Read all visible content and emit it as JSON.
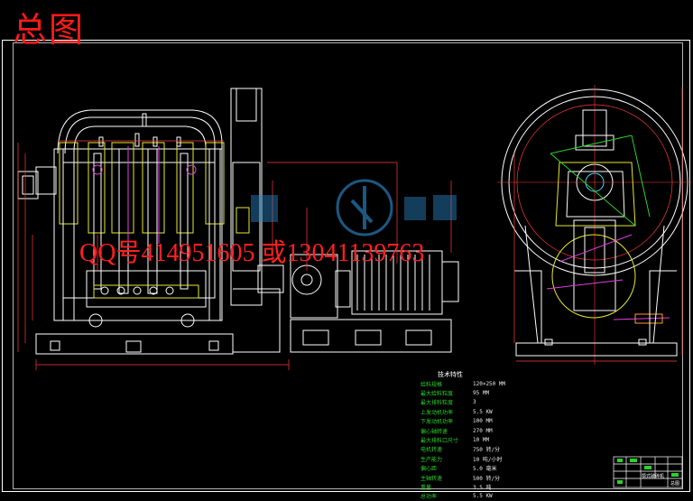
{
  "title": "总图",
  "watermark": "QQ号414951605  或13041139763",
  "parameters": {
    "heading": "技术特性",
    "rows": [
      {
        "k": "给料规格",
        "v": "120×250 MM"
      },
      {
        "k": "最大给料粒度",
        "v": "95 MM"
      },
      {
        "k": "最大排料粒度",
        "v": "3"
      },
      {
        "k": "上发动机功率",
        "v": "5.5 KW"
      },
      {
        "k": "下发动机功率",
        "v": "100 MM"
      },
      {
        "k": "偏心轴转速",
        "v": "270 MM"
      },
      {
        "k": "最大排料口尺寸",
        "v": "10 MM"
      },
      {
        "k": "电机转速",
        "v": "750 转/分"
      },
      {
        "k": "生产能力",
        "v": "10 吨/小时"
      },
      {
        "k": "偏心距",
        "v": "5.0 毫米"
      },
      {
        "k": "主轴转速",
        "v": "500 转/分"
      },
      {
        "k": "重量",
        "v": "3.5 吨"
      },
      {
        "k": "总功率",
        "v": "5.5 KW"
      }
    ]
  },
  "title_block": {
    "drawing_name": "颚式破碎机",
    "sheet": "总图"
  },
  "colors": {
    "background": "#000000",
    "outline": "#ffffff",
    "dimension": "#ff3b3b",
    "centerline": "#ff3b3b",
    "green": "#2bd12b",
    "yellow": "#e8e830",
    "magenta": "#e040e0",
    "cyan": "#40e0ff",
    "watermark_logo": "#2a88c8"
  }
}
